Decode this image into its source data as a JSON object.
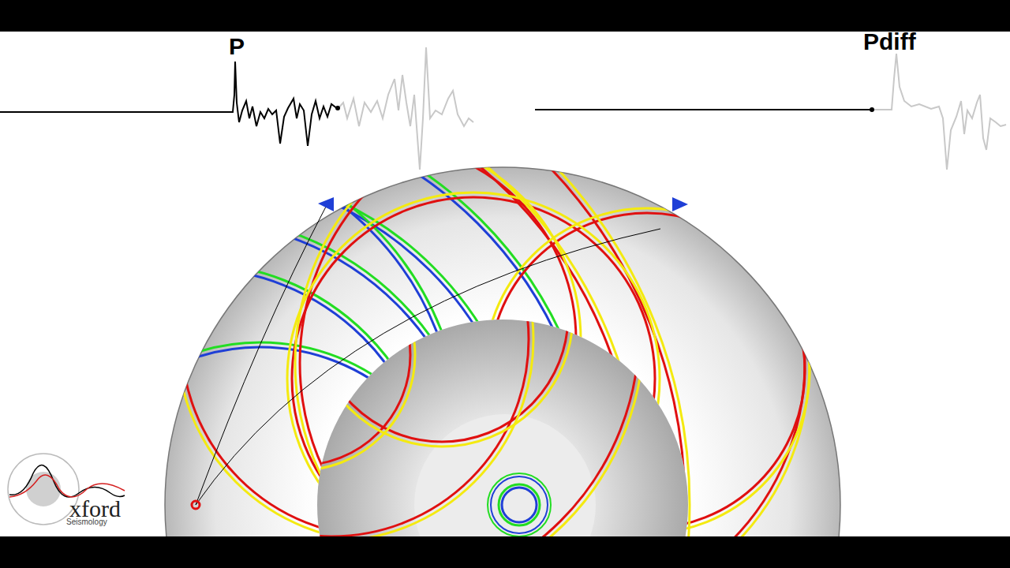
{
  "diagram": {
    "labels": [
      "P",
      "Pdiff",
      "xford",
      "Seismology"
    ]
  }
}
